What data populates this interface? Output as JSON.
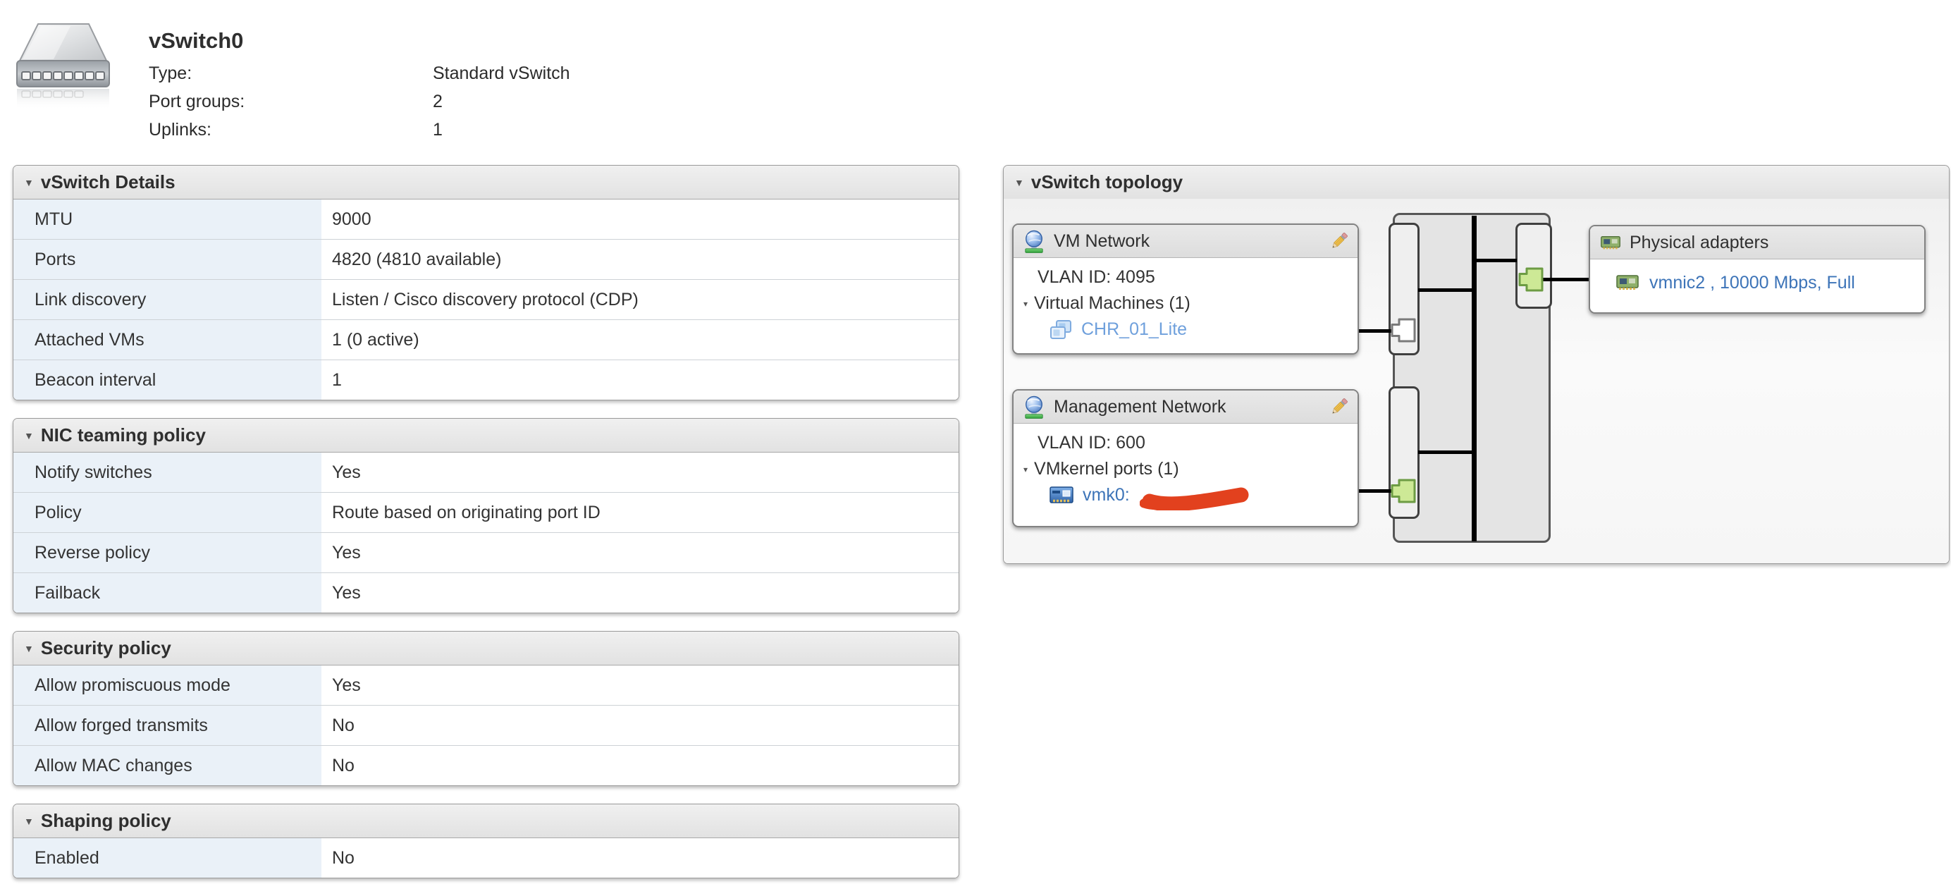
{
  "header": {
    "title": "vSwitch0",
    "fields": [
      {
        "label": "Type:",
        "value": "Standard vSwitch"
      },
      {
        "label": "Port groups:",
        "value": "2"
      },
      {
        "label": "Uplinks:",
        "value": "1"
      }
    ]
  },
  "panels": [
    {
      "title": "vSwitch Details",
      "rows": [
        [
          "MTU",
          "9000"
        ],
        [
          "Ports",
          "4820 (4810 available)"
        ],
        [
          "Link discovery",
          "Listen / Cisco discovery protocol (CDP)"
        ],
        [
          "Attached VMs",
          "1 (0 active)"
        ],
        [
          "Beacon interval",
          "1"
        ]
      ]
    },
    {
      "title": "NIC teaming policy",
      "rows": [
        [
          "Notify switches",
          "Yes"
        ],
        [
          "Policy",
          "Route based on originating port ID"
        ],
        [
          "Reverse policy",
          "Yes"
        ],
        [
          "Failback",
          "Yes"
        ]
      ]
    },
    {
      "title": "Security policy",
      "rows": [
        [
          "Allow promiscuous mode",
          "Yes"
        ],
        [
          "Allow forged transmits",
          "No"
        ],
        [
          "Allow MAC changes",
          "No"
        ]
      ]
    },
    {
      "title": "Shaping policy",
      "rows": [
        [
          "Enabled",
          "No"
        ]
      ]
    }
  ],
  "topology": {
    "title": "vSwitch topology",
    "vm_network": {
      "name": "VM Network",
      "vlan": "VLAN ID: 4095",
      "group_label": "Virtual Machines (1)",
      "items": [
        "CHR_01_Lite"
      ]
    },
    "management_network": {
      "name": "Management Network",
      "vlan": "VLAN ID: 600",
      "group_label": "VMkernel ports (1)",
      "vmk_label": "vmk0:"
    },
    "physical_adapters": {
      "name": "Physical adapters",
      "items": [
        "vmnic2 , 10000 Mbps, Full"
      ]
    }
  },
  "icons": {
    "collapse_glyph": "▼",
    "group_collapse_glyph": "▾",
    "edit": "pencil-icon",
    "port_group": "globe-icon",
    "virtual_machine": "vm-icon",
    "vmkernel_nic": "vmknic-icon",
    "physical_nic": "nic-icon",
    "host_switch": "vswitch-icon"
  },
  "colors": {
    "link_blue": "#3d74b8",
    "vm_link_blue": "#6fa0dc",
    "redaction_red": "#e2411e",
    "connector_green_fill": "#cde996",
    "connector_green_border": "#6d9c44",
    "label_cell_blue": "#eaf1f8",
    "section_header_gray": "#e6e6e6",
    "wire_black": "#000000"
  }
}
